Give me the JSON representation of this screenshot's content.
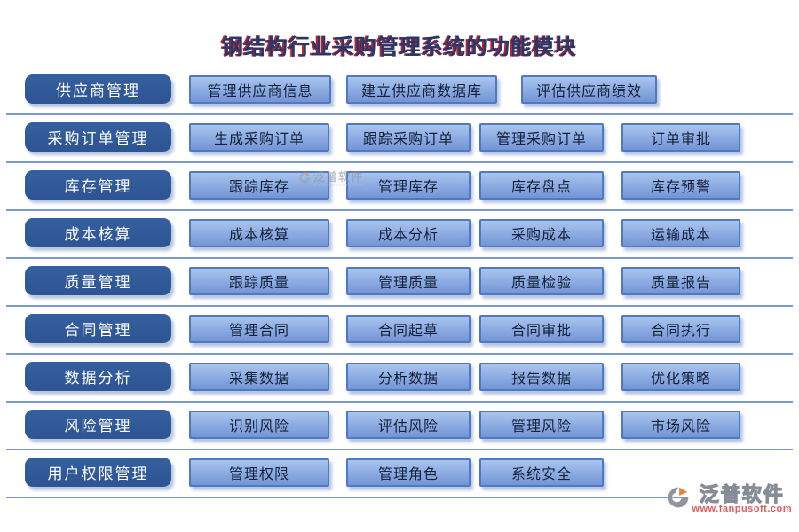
{
  "title": "钢结构行业采购管理系统的功能模块",
  "rows": [
    {
      "category": "供应商管理",
      "items": [
        "管理供应商信息",
        "建立供应商数据库",
        "评估供应商绩效"
      ]
    },
    {
      "category": "采购订单管理",
      "items": [
        "生成采购订单",
        "跟踪采购订单",
        "管理采购订单",
        "订单审批"
      ]
    },
    {
      "category": "库存管理",
      "items": [
        "跟踪库存",
        "管理库存",
        "库存盘点",
        "库存预警"
      ]
    },
    {
      "category": "成本核算",
      "items": [
        "成本核算",
        "成本分析",
        "采购成本",
        "运输成本"
      ]
    },
    {
      "category": "质量管理",
      "items": [
        "跟踪质量",
        "管理质量",
        "质量检验",
        "质量报告"
      ]
    },
    {
      "category": "合同管理",
      "items": [
        "管理合同",
        "合同起草",
        "合同审批",
        "合同执行"
      ]
    },
    {
      "category": "数据分析",
      "items": [
        "采集数据",
        "分析数据",
        "报告数据",
        "优化策略"
      ]
    },
    {
      "category": "风险管理",
      "items": [
        "识别风险",
        "评估风险",
        "管理风险",
        "市场风险"
      ]
    },
    {
      "category": "用户权限管理",
      "items": [
        "管理权限",
        "管理角色",
        "系统安全"
      ]
    }
  ],
  "watermark": {
    "name": "泛普软件",
    "url": "www.fanpusoft.com"
  },
  "logo": {
    "name": "泛普软件",
    "url": "www.fanpusoft.com"
  },
  "colors": {
    "title_text": "#24396b",
    "title_shadow_red": "#b92330",
    "category_fill": "#2e5797",
    "item_fill_top": "#aac4ed",
    "item_fill_bottom": "#7494d5",
    "item_border": "#4d79c7",
    "item_text": "#13203a",
    "divider": "#5b7fc0",
    "logo_url_red": "#e05b5b",
    "logo_gray": "#878d97",
    "logo_orange": "#e8833a"
  }
}
